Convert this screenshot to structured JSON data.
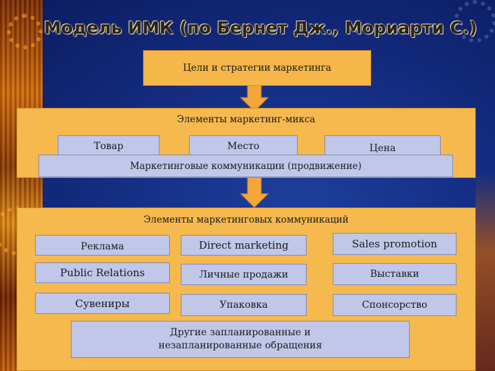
{
  "title": "Модель ИМК (по Бернет Дж., Мориарти С.)",
  "top_box": "Цели и стратегии маркетинга",
  "mix": {
    "label": "Элементы маркетинг-микса",
    "items": [
      "Товар",
      "Место",
      "Цена"
    ],
    "promo": "Маркетинговые коммуникации (продвижение)"
  },
  "comm": {
    "label": "Элементы маркетинговых коммуникаций",
    "rows": [
      [
        "Реклама",
        "Direct marketing",
        "Sales promotion"
      ],
      [
        "Public Relations",
        "Личные продажи",
        "Выставки"
      ],
      [
        "Сувениры",
        "Упаковка",
        "Спонсорство"
      ]
    ],
    "other": "Другие запланированные и незапланированные обращения"
  },
  "colors": {
    "box_fill": "#f5b64a",
    "inner_box_fill": "#c0c7e8",
    "arrow": "#f2a63c",
    "background": "#142d82"
  }
}
